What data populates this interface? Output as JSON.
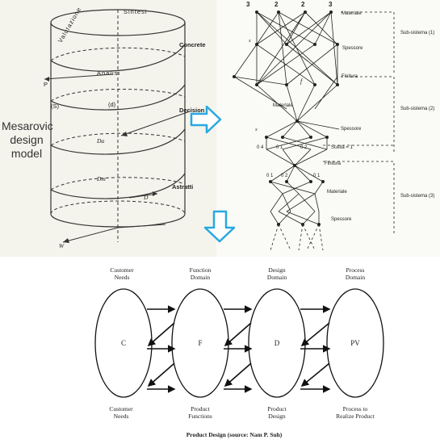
{
  "mesarovic": {
    "caption_lines": [
      "Mesarovic",
      "design",
      "model"
    ],
    "helix_labels": {
      "top": "Sintesi",
      "left_arc": "Valutazione",
      "analisi": "Analisi",
      "concrete": "Concrete",
      "decision": "Decision",
      "astratti": "Astratti",
      "p": "P",
      "s": "(S)",
      "d_paren": "(d)",
      "da": "Da",
      "dm": "Dm",
      "d": "D",
      "w": "W"
    }
  },
  "hierarchy": {
    "top_numbers": [
      "3",
      "2",
      "2",
      "3"
    ],
    "level_labels": [
      "Materiale",
      "Spessore",
      "Finitura",
      "Materiale",
      "Spessore",
      "Finitura",
      "Materiale",
      "Spessore"
    ],
    "subsystems": [
      "Sub-sistema (1)",
      "Sub-sistema (2)",
      "Sub-sistema (3)"
    ],
    "nodes_row": [
      "0 4",
      "0 1",
      "0 2"
    ],
    "nodes_row2": [
      "0 1",
      "0 2",
      "0 1"
    ],
    "scelta": "Scelta = 1",
    "center_label": "f",
    "x_labels": [
      "x",
      "x"
    ]
  },
  "axiomatic": {
    "domains_top": [
      {
        "line1": "Customer",
        "line2": "Needs"
      },
      {
        "line1": "Function",
        "line2": "Domain"
      },
      {
        "line1": "Design",
        "line2": "Domain"
      },
      {
        "line1": "Process",
        "line2": "Domain"
      }
    ],
    "ellipse_letters": [
      "C",
      "F",
      "D",
      "PV"
    ],
    "domains_bottom": [
      {
        "line1": "Customer",
        "line2": "Needs"
      },
      {
        "line1": "Product",
        "line2": "Functions"
      },
      {
        "line1": "Product",
        "line2": "Design"
      },
      {
        "line1": "Process to",
        "line2": "Realize Product"
      }
    ],
    "caption": "Product Design (source: Nam P. Suh)"
  },
  "colors": {
    "arrow_blue": "#29a8e0",
    "ink": "#222222",
    "paper_left": "#f3f3ea"
  }
}
